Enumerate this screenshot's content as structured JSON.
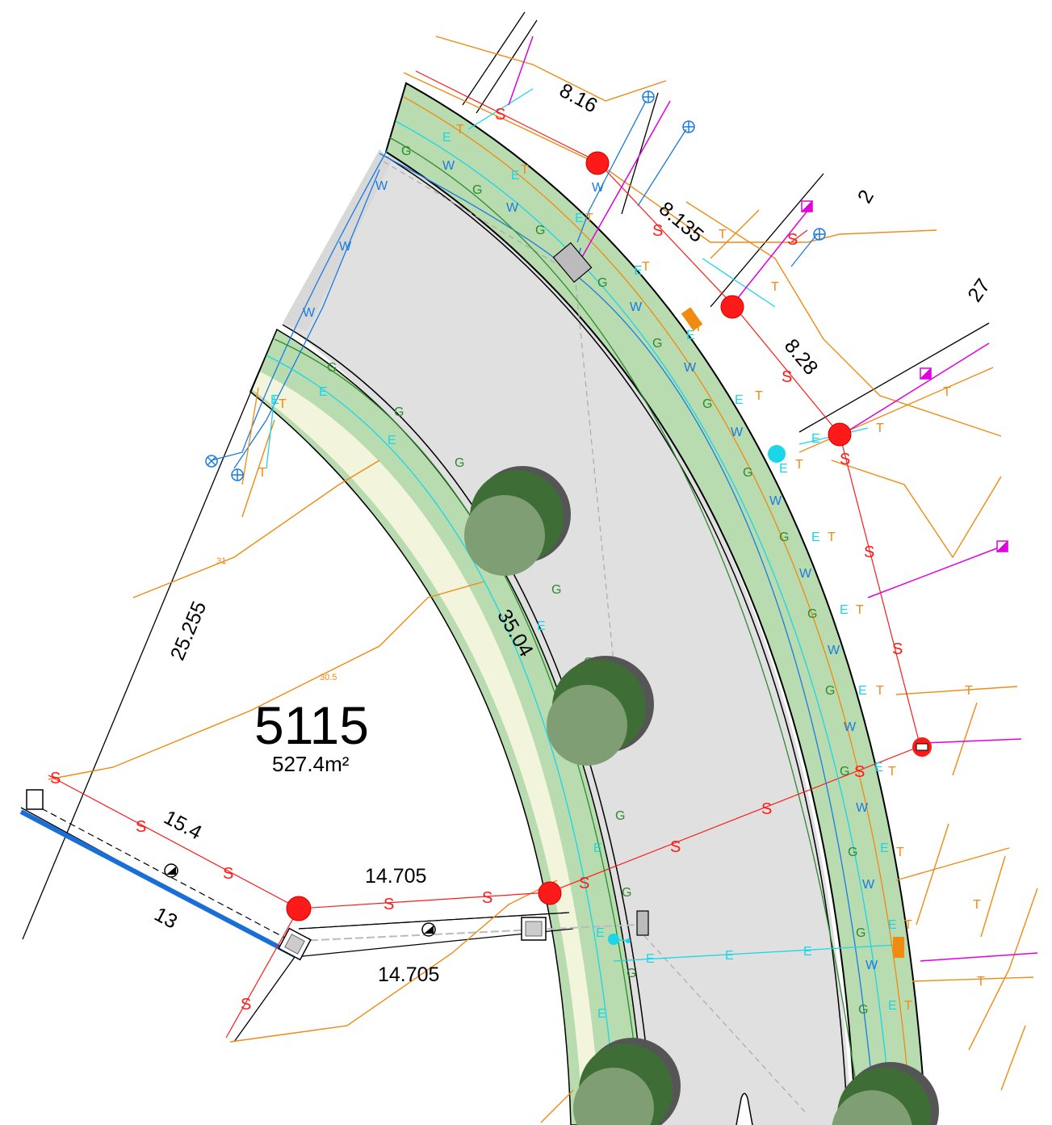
{
  "lot": {
    "number": "5115",
    "area": "527.4m²"
  },
  "dimensions": {
    "frontage_top_1": "8.16",
    "frontage_top_2": "8.135",
    "frontage_top_3": "8.28",
    "lot_27_label": "27",
    "west_boundary": "25.255",
    "arc_frontage": "35.04",
    "rear_south": "15.4",
    "easement_width": "13",
    "lane_north": "14.705",
    "lane_south": "14.705",
    "partial_label": "2"
  },
  "service_labels": {
    "sewer": "S",
    "water": "W",
    "electric": "E",
    "gas": "G",
    "telecom": "T"
  },
  "contours": {
    "upper": "31",
    "lower": "30.5"
  },
  "colors": {
    "sewer": "#ff1a1a",
    "water": "#1a7be0",
    "electric": "#1ad6e8",
    "gas": "#2d8a2d",
    "telecom": "#f08a10",
    "lighting": "#e000e0",
    "verge": "#b9dbb0",
    "footpath": "#f2f5dc",
    "road": "#e0e0e0",
    "tree": "#7f9e73",
    "easement": "#1a6fd6"
  }
}
